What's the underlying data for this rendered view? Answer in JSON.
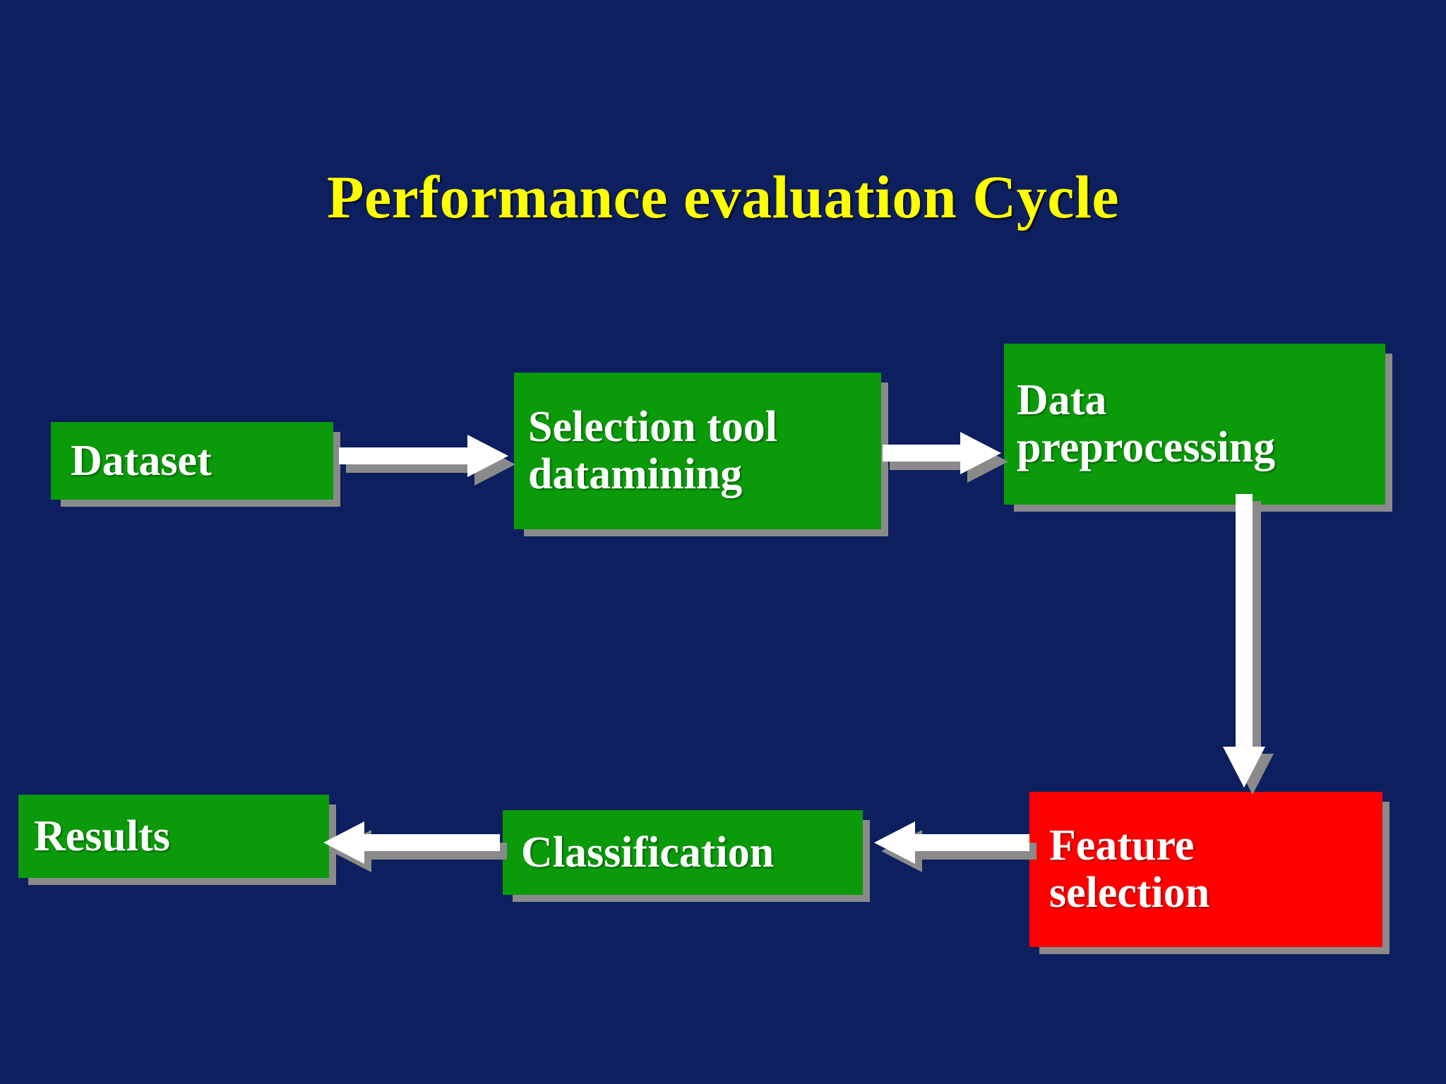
{
  "slide": {
    "background_color": "#0d1f5e",
    "title": "Performance evaluation Cycle",
    "title_color": "#ffff00"
  },
  "palette": {
    "green": "#0a9a0a",
    "red": "#ff0000",
    "arrow": "#ffffff",
    "shadow": "#8a8a8a",
    "text": "#ffffff"
  },
  "diagram": {
    "type": "flowchart",
    "nodes": [
      {
        "id": "dataset",
        "label": "Dataset",
        "color": "#0a9a0a",
        "shape": "rectangle"
      },
      {
        "id": "selection",
        "label": "Selection tool\ndatamining",
        "color": "#0a9a0a",
        "shape": "rectangle"
      },
      {
        "id": "preprocessing",
        "label": "Data\npreprocessing",
        "color": "#0a9a0a",
        "shape": "rectangle"
      },
      {
        "id": "feature",
        "label": "Feature\nselection",
        "color": "#ff0000",
        "shape": "rectangle"
      },
      {
        "id": "classification",
        "label": "Classification",
        "color": "#0a9a0a",
        "shape": "rectangle"
      },
      {
        "id": "results",
        "label": "Results",
        "color": "#0a9a0a",
        "shape": "rectangle"
      }
    ],
    "edges": [
      {
        "from": "dataset",
        "to": "selection",
        "direction": "right"
      },
      {
        "from": "selection",
        "to": "preprocessing",
        "direction": "right"
      },
      {
        "from": "preprocessing",
        "to": "feature",
        "direction": "down"
      },
      {
        "from": "feature",
        "to": "classification",
        "direction": "left"
      },
      {
        "from": "classification",
        "to": "results",
        "direction": "left"
      }
    ]
  }
}
